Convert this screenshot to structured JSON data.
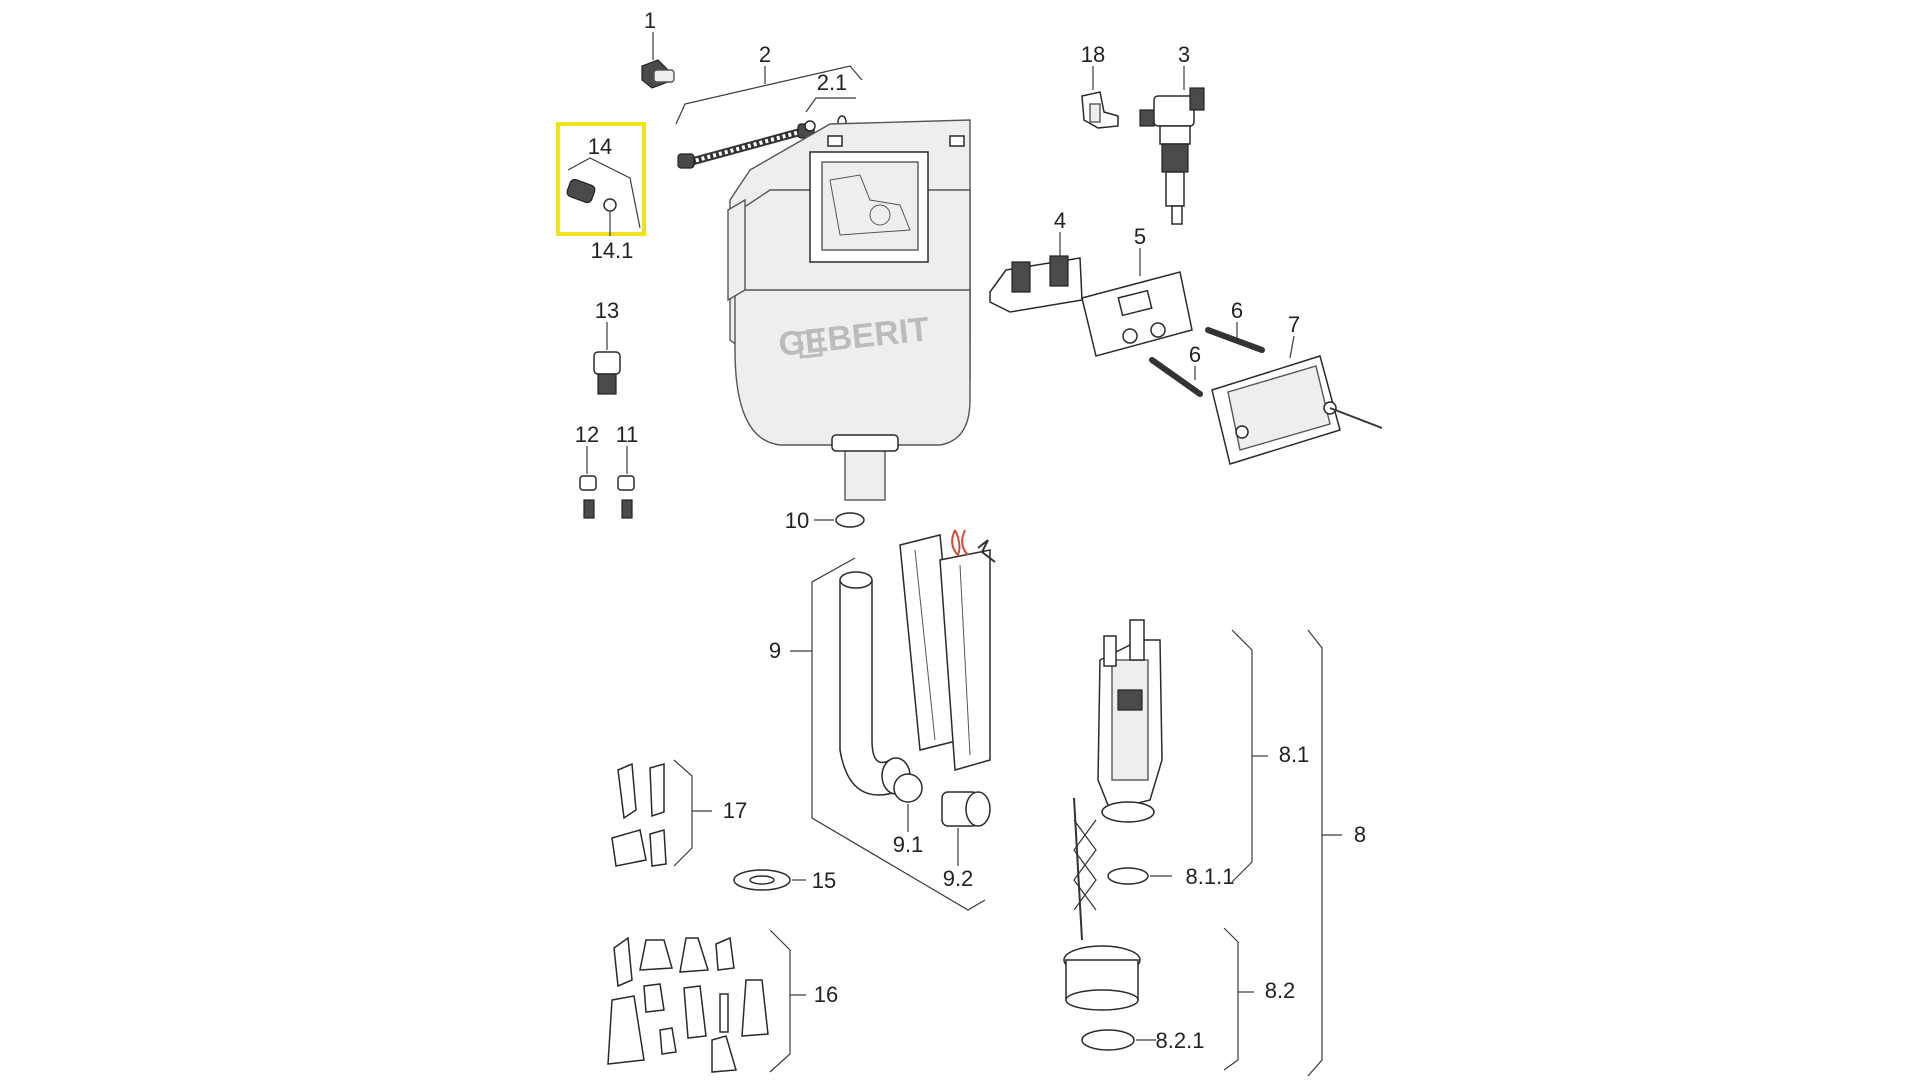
{
  "diagram": {
    "brand_label": "GEBERIT",
    "colors": {
      "highlight": "#f2e21e",
      "line": "#3a3a3a",
      "part_fill": "#eeeeee",
      "brand_text": "#bbbbbb"
    },
    "callouts": {
      "c1": "1",
      "c2": "2",
      "c2_1": "2.1",
      "c3": "3",
      "c4": "4",
      "c5": "5",
      "c6a": "6",
      "c6b": "6",
      "c7": "7",
      "c8": "8",
      "c8_1": "8.1",
      "c8_1_1": "8.1.1",
      "c8_2": "8.2",
      "c8_2_1": "8.2.1",
      "c9": "9",
      "c9_1": "9.1",
      "c9_2": "9.2",
      "c10": "10",
      "c11": "11",
      "c12": "12",
      "c13": "13",
      "c14": "14",
      "c14_1": "14.1",
      "c15": "15",
      "c16": "16",
      "c17": "17",
      "c18": "18"
    },
    "highlighted_part": "14"
  }
}
